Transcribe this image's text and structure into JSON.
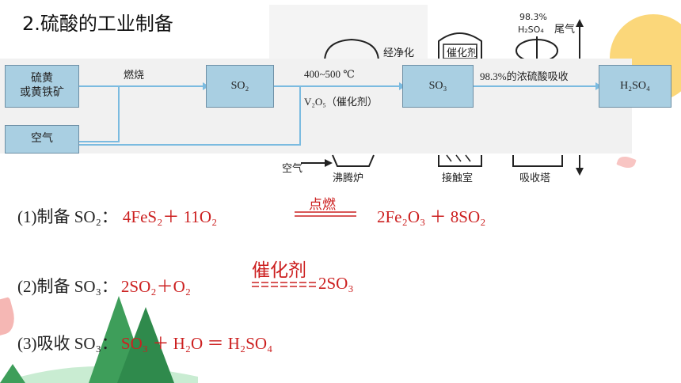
{
  "title": "2.硫酸的工业制备",
  "apparatus": {
    "purify": "经净化",
    "catalyst": "催化剂",
    "conc_line1": "98.3%",
    "conc_line2": "H₂SO₄",
    "tail_gas": "尾气",
    "air": "空气",
    "furnace": "沸腾炉",
    "contact_chamber": "接触室",
    "absorber": "吸收塔"
  },
  "flow": {
    "box_ore_line1": "硫黄",
    "box_ore_line2": "或黄铁矿",
    "box_air": "空气",
    "box_so2": "SO₂",
    "box_so3": "SO₃",
    "box_h2so4": "H₂SO₄",
    "label_burn": "燃烧",
    "label_temp": "400~500 ℃",
    "label_catalyst": "V₂O₅（催化剂）",
    "label_absorb": "98.3%的浓硫酸吸收"
  },
  "equations": {
    "eq1_prefix": "(1)制备 SO₂：",
    "eq1_left": "4FeS₂＋ 11O₂",
    "eq1_condition": "点燃",
    "eq1_right": "2Fe₂O₃ ＋ 8SO₂",
    "eq2_prefix": "(2)制备 SO₃：",
    "eq2_left": "2SO₂＋O₂",
    "eq2_condition": "催化剂",
    "eq2_right": "2SO₃",
    "eq3_prefix": "(3)吸收 SO₃：",
    "eq3_body": "SO₃ ＋ H₂O ＝  H₂SO₄"
  },
  "colors": {
    "accent_red": "#cc2020",
    "box_fill": "#a9cfe2",
    "flow_line": "#7bbbe0",
    "tree_green": "#3e9e5a",
    "sun_yellow": "#fbd77a"
  }
}
